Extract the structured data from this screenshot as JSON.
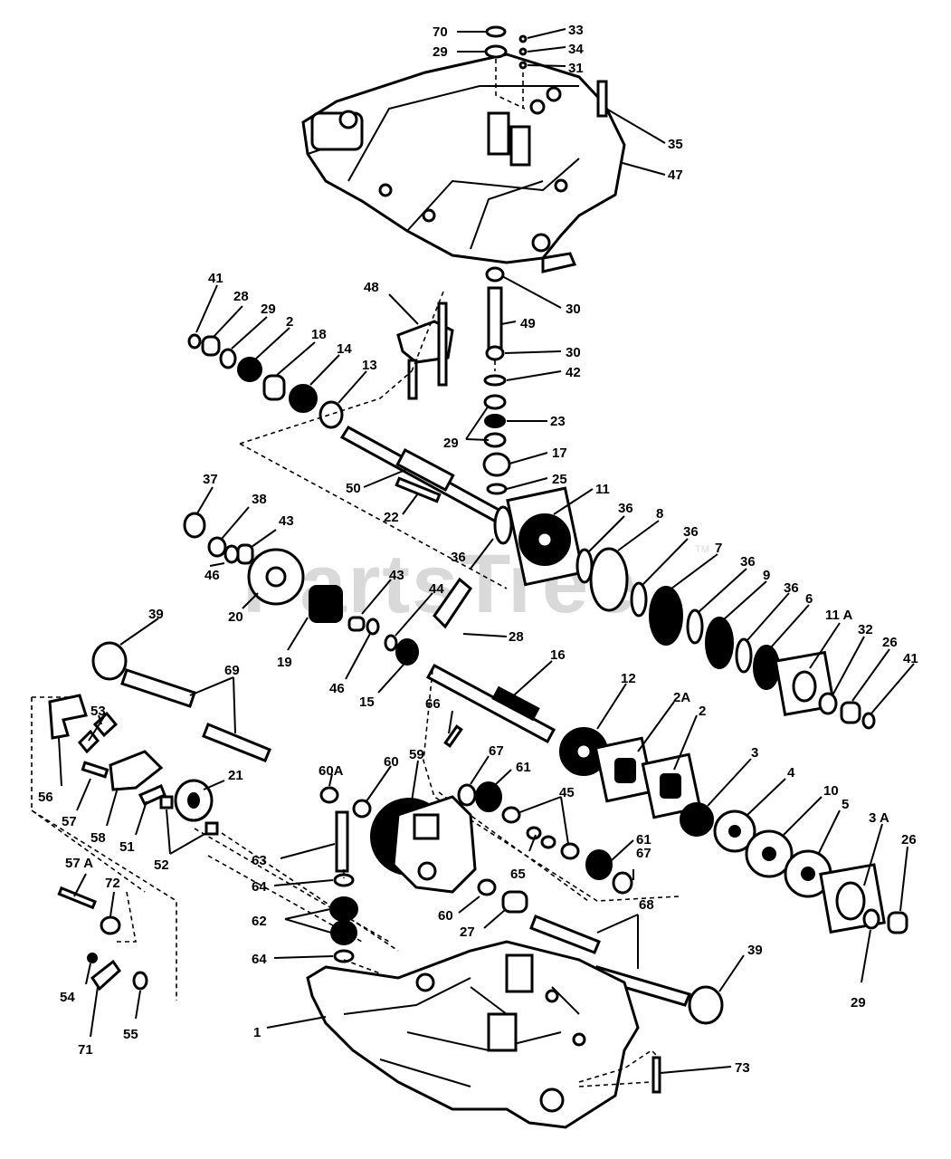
{
  "watermark": {
    "text": "PartsTree",
    "tm": "TM"
  },
  "labels": {
    "p70": "70",
    "p29a": "29",
    "p33": "33",
    "p34": "34",
    "p31": "31",
    "p35": "35",
    "p47": "47",
    "p41a": "41",
    "p28a": "28",
    "p29b": "29",
    "p2a": "2",
    "p18": "18",
    "p14": "14",
    "p13": "13",
    "p48": "48",
    "p30a": "30",
    "p49": "49",
    "p30b": "30",
    "p42": "42",
    "p23": "23",
    "p29c": "29",
    "p17": "17",
    "p25": "25",
    "p50": "50",
    "p22": "22",
    "p37": "37",
    "p38": "38",
    "p43a": "43",
    "p46a": "46",
    "p20": "20",
    "p11": "11",
    "p36a": "36",
    "p36b": "36",
    "p8a": "8",
    "p36c": "36",
    "p7": "7",
    "p36d": "36",
    "p9": "9",
    "p36e": "36",
    "p6": "6",
    "p11A": "11 A",
    "p32": "32",
    "p26a": "26",
    "p41b": "41",
    "p39a": "39",
    "p19": "19",
    "p43b": "43",
    "p44": "44",
    "p28b": "28",
    "p46b": "46",
    "p15": "15",
    "p16": "16",
    "p69": "69",
    "p53": "53",
    "p56": "56",
    "p57": "57",
    "p58": "58",
    "p51": "51",
    "p52": "52",
    "p21": "21",
    "p60A": "60A",
    "p60a": "60",
    "p59": "59",
    "p66": "66",
    "p67a": "67",
    "p61a": "61",
    "p12": "12",
    "p2A": "2A",
    "p2b": "2",
    "p45": "45",
    "p3": "3",
    "p4": "4",
    "p10": "10",
    "p5": "5",
    "p3A": "3 A",
    "p26b": "26",
    "p63": "63",
    "p64a": "64",
    "p62": "62",
    "p64b": "64",
    "p65": "65",
    "p61b": "61",
    "p67b": "67",
    "p60b": "60",
    "p27": "27",
    "p68": "68",
    "p29d": "29",
    "p39b": "39",
    "p57A": "57 A",
    "p72": "72",
    "p54": "54",
    "p71": "71",
    "p55": "55",
    "p1": "1",
    "p73": "73"
  }
}
